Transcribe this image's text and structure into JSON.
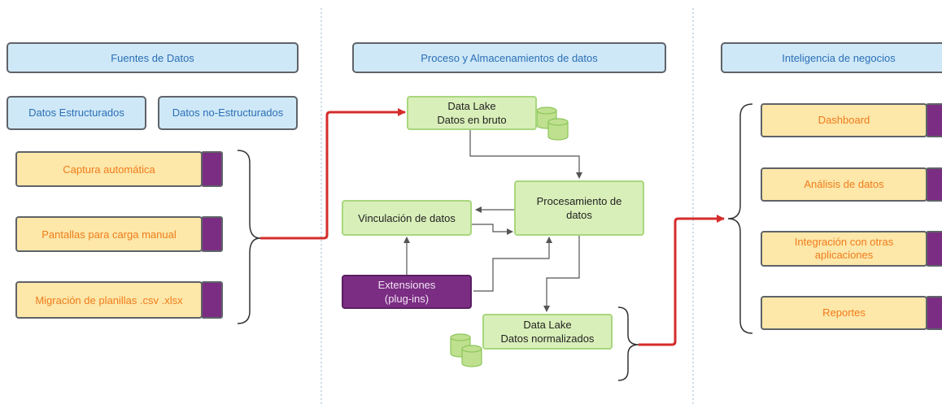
{
  "columns": {
    "sources_header": "Fuentes de Datos",
    "process_header": "Proceso y Almacenamientos de datos",
    "bi_header": "Inteligencia de negocios"
  },
  "source_types": {
    "structured": "Datos Estructurados",
    "unstructured": "Datos no-Estructurados"
  },
  "sources": [
    "Captura automática",
    "Pantallas para carga manual",
    "Migración de planillas .csv .xlsx"
  ],
  "process": {
    "raw_lake_line1": "Data Lake",
    "raw_lake_line2": "Datos en bruto",
    "processing_line1": "Procesamiento de",
    "processing_line2": "datos",
    "linking": "Vinculación de datos",
    "extensions_line1": "Extensiones",
    "extensions_line2": "(plug-ins)",
    "normalized_lake_line1": "Data Lake",
    "normalized_lake_line2": "Datos normalizados"
  },
  "outputs": {
    "dashboard": "Dashboard",
    "analysis": "Análisis de datos",
    "integration_line1": "Integración con otras",
    "integration_line2": "aplicaciones",
    "reports": "Reportes"
  },
  "colors": {
    "header_fill": "#cfe8f7",
    "header_text": "#2a6fb6",
    "source_fill": "#fde7a9",
    "source_text": "#f07c1b",
    "tag_fill": "#7b2d83",
    "green_fill": "#d9efb9",
    "green_border": "#a7d77e",
    "flow_red": "#d62c2c"
  }
}
